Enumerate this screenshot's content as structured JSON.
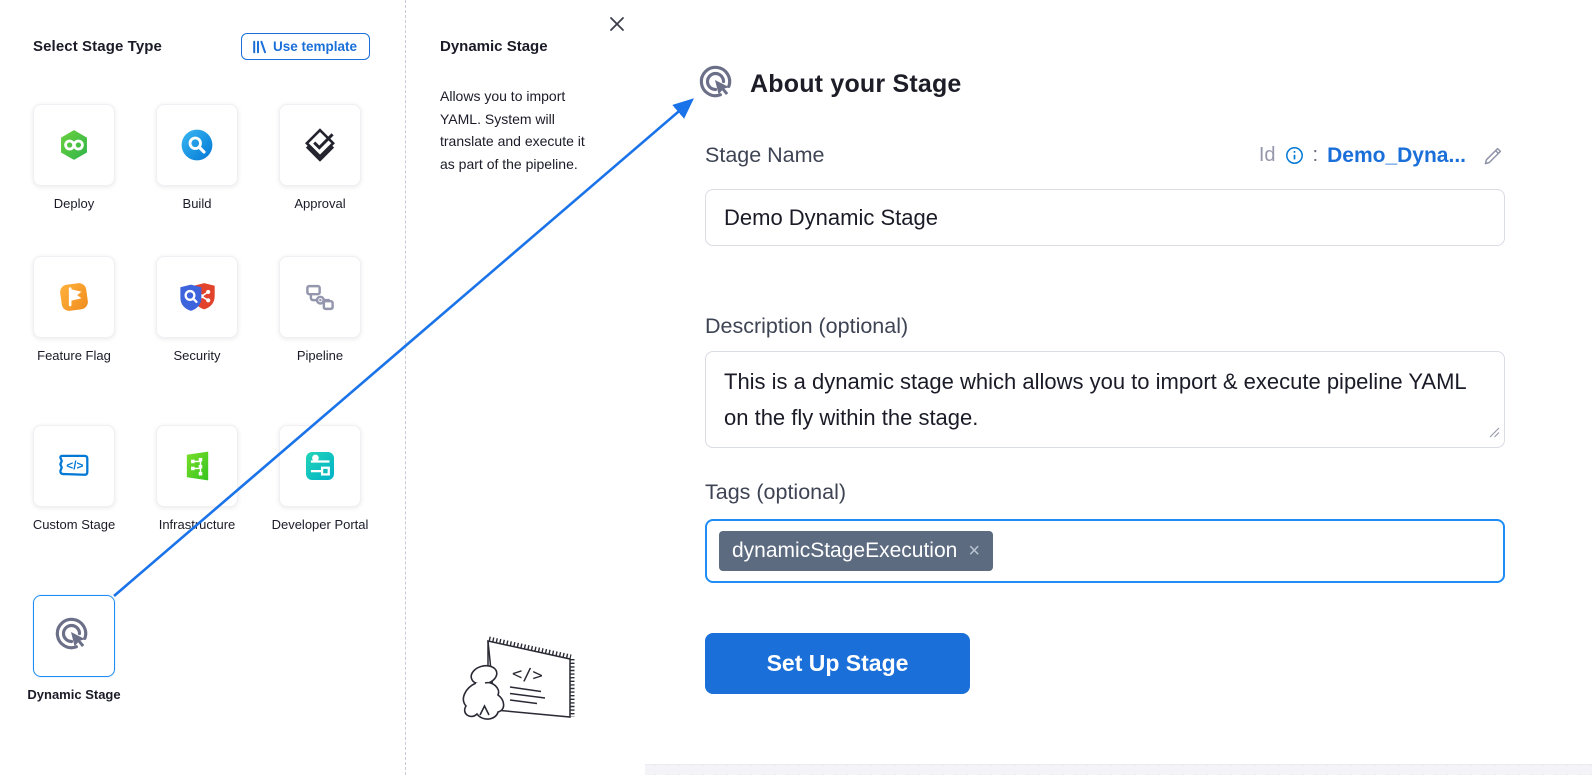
{
  "left_panel": {
    "title": "Select Stage Type",
    "use_template_label": "Use template",
    "tiles": [
      {
        "label": "Deploy",
        "icon": "deploy-icon"
      },
      {
        "label": "Build",
        "icon": "build-icon"
      },
      {
        "label": "Approval",
        "icon": "approval-icon"
      },
      {
        "label": "Feature Flag",
        "icon": "feature-flag-icon"
      },
      {
        "label": "Security",
        "icon": "security-icon"
      },
      {
        "label": "Pipeline",
        "icon": "pipeline-icon"
      },
      {
        "label": "Custom Stage",
        "icon": "custom-stage-icon"
      },
      {
        "label": "Infrastructure",
        "icon": "infrastructure-icon"
      },
      {
        "label": "Developer Portal",
        "icon": "developer-portal-icon"
      },
      {
        "label": "Dynamic Stage",
        "icon": "dynamic-stage-icon",
        "selected": true
      }
    ]
  },
  "info_panel": {
    "title": "Dynamic Stage",
    "description": "Allows you to import YAML. System will translate and execute it as part of the pipeline."
  },
  "form": {
    "title": "About your Stage",
    "stage_name_label": "Stage Name",
    "id_label": "Id",
    "id_colon": ":",
    "id_value": "Demo_Dyna...",
    "stage_name_value": "Demo Dynamic Stage",
    "description_label": "Description (optional)",
    "description_value": "This is a dynamic stage which allows you to import & execute pipeline YAML on the fly within the stage.",
    "tags_label": "Tags (optional)",
    "tags": [
      {
        "text": "dynamicStageExecution",
        "remove_glyph": "×"
      }
    ],
    "submit_label": "Set Up Stage"
  },
  "colors": {
    "accent_blue": "#1a6fd8",
    "link_blue": "#0278d5",
    "focus_border": "#1f8df5",
    "arrow_blue": "#1a73e8",
    "tag_background": "#5c6b80",
    "deploy_green": "#2fb44a",
    "build_blue": "#0278d5",
    "feature_flag_orange": "#f08c1e",
    "security_red": "#e2432c",
    "security_shield_blue": "#3d63dd",
    "infrastructure_green": "#35c41f",
    "developer_portal_teal": "#00b1c9",
    "dynamic_icon_slate": "#6b7088"
  }
}
